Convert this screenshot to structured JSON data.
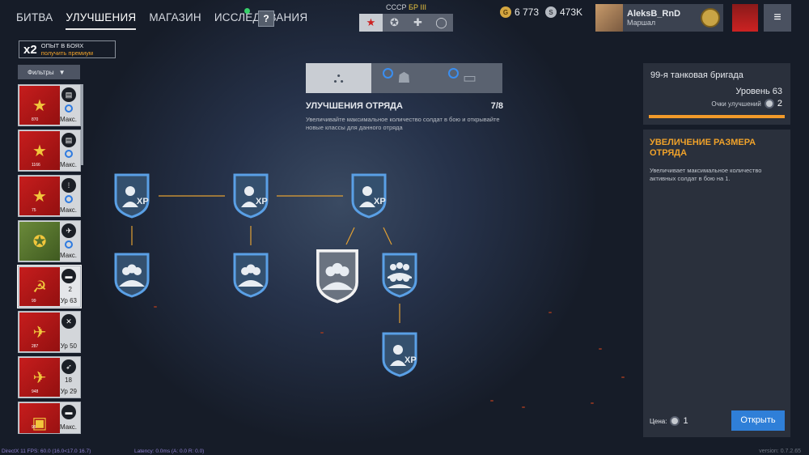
{
  "nav": {
    "tabs": [
      "БИТВА",
      "УЛУЧШЕНИЯ",
      "МАГАЗИН",
      "ИССЛЕДОВАНИЯ"
    ],
    "active_tab": "УЛУЧШЕНИЯ",
    "help_label": "?"
  },
  "era": {
    "country": "СССР",
    "br": "БР III",
    "icons": [
      "star-icon",
      "medal-icon",
      "plus-icon",
      "circle-icon"
    ]
  },
  "currency": {
    "gold": "6 773",
    "silver": "473K"
  },
  "profile": {
    "name": "AleksB_RnD",
    "rank": "Маршал"
  },
  "menu_label": "≡",
  "boost": {
    "multiplier": "x2",
    "line1": "ОПЫТ В БОЯХ",
    "line2": "получить премиум"
  },
  "filters_label": "Фильтры",
  "squads": [
    {
      "flag_number": "870",
      "status": "Макс."
    },
    {
      "flag_number": "1166",
      "status": "Макс."
    },
    {
      "flag_number": "75",
      "status": "Макс."
    },
    {
      "flag_number": "",
      "status": "Макс."
    },
    {
      "flag_number": "99",
      "count": "2",
      "status": "Ур 63"
    },
    {
      "flag_number": "287",
      "status": "Ур 50"
    },
    {
      "flag_number": "948",
      "count": "18",
      "status": "Ур 29"
    },
    {
      "flag_number": "95",
      "status": "Макс."
    }
  ],
  "panel": {
    "title": "УЛУЧШЕНИЯ ОТРЯДА",
    "progress": "7/8",
    "description": "Увеличивайте максимальное количество солдат в бою и открывайте новые классы для данного отряда"
  },
  "tree_nodes": [
    {
      "id": "n1",
      "type": "xp",
      "state": "done"
    },
    {
      "id": "n2",
      "type": "xp",
      "state": "done"
    },
    {
      "id": "n3",
      "type": "xp",
      "state": "done"
    },
    {
      "id": "n4",
      "type": "squad",
      "state": "done"
    },
    {
      "id": "n5",
      "type": "squad",
      "state": "done"
    },
    {
      "id": "n6",
      "type": "squad",
      "state": "selected"
    },
    {
      "id": "n7",
      "type": "squad-large",
      "state": "done"
    },
    {
      "id": "n8",
      "type": "xp",
      "state": "done"
    }
  ],
  "right": {
    "unit_name": "99-я танковая бригада",
    "level": "Уровень 63",
    "points_label": "Очки улучшений",
    "points": "2",
    "upgrade_title": "УВЕЛИЧЕНИЕ РАЗМЕРА ОТРЯДА",
    "upgrade_desc": "Увеличивает максимальное количество активных солдат в бою на 1.",
    "price_label": "Цена:",
    "price": "1",
    "open_label": "Открыть"
  },
  "footer": {
    "stats": "DirectX 11 FPS: 60.0 (16.0<17.0 16.7)",
    "latency": "Latency: 0.0ms (A: 0.0 R: 0.0)",
    "version": "version: 0.7.2.65"
  },
  "colors": {
    "accent": "#f0a22a",
    "button": "#2f7fd8",
    "node_border": "#5aa0e6"
  }
}
